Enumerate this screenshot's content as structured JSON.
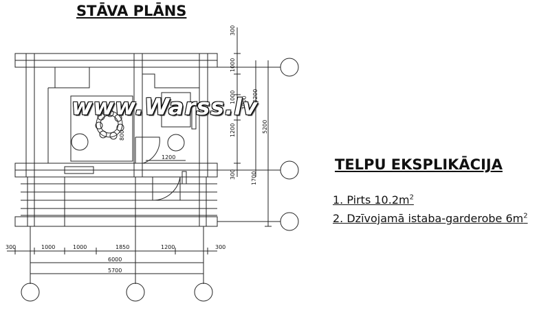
{
  "title": "STĀVA PLĀNS",
  "watermark": "www.Warss.lv",
  "legend": {
    "title": "TELPU EKSPLIKĀCIJA",
    "rooms": [
      {
        "text": "1. Pirts 10.2m",
        "sup": "2"
      },
      {
        "text": "2. Dzīvojamā istaba-garderobe 6m",
        "sup": "2"
      }
    ]
  },
  "dims": {
    "bottom_row": [
      "300",
      "1000",
      "1000",
      "1850",
      "1200",
      "300"
    ],
    "total_outer": "6000",
    "total_inner": "5700",
    "right_col": [
      "300",
      "1000",
      "1000",
      "1200",
      "300",
      "1700"
    ],
    "right_mid": [
      "3800",
      "3200"
    ],
    "right_total": "5200",
    "door_width": "1200",
    "door_height": "800"
  },
  "colors": {
    "line": "#222222"
  }
}
